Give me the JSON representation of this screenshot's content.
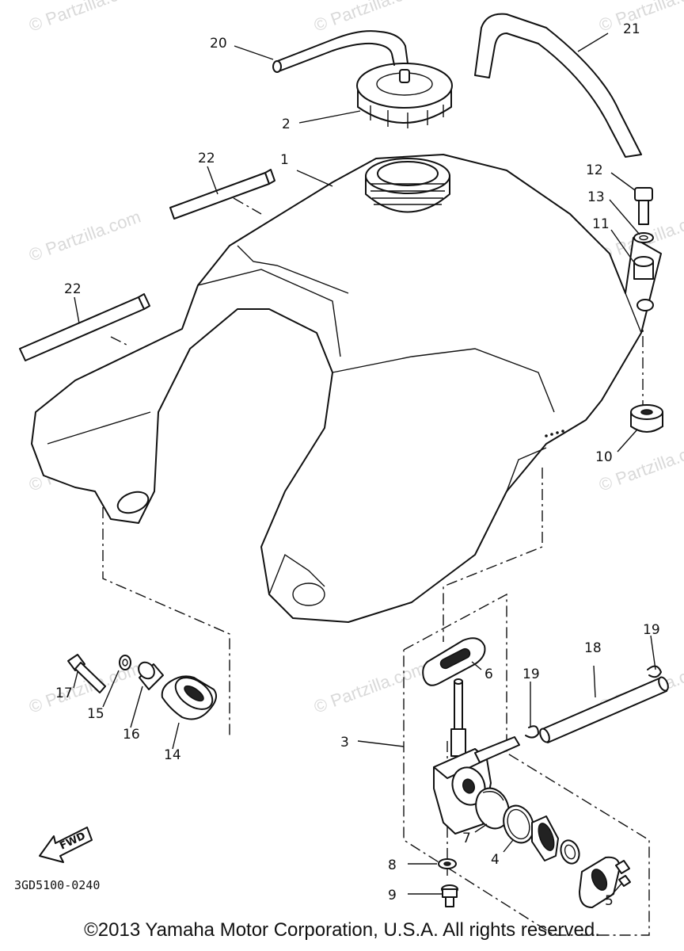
{
  "diagram": {
    "part_labels": {
      "p1": "1",
      "p2": "2",
      "p3": "3",
      "p4": "4",
      "p5": "5",
      "p6": "6",
      "p7": "7",
      "p8": "8",
      "p9": "9",
      "p10": "10",
      "p11": "11",
      "p12": "12",
      "p13": "13",
      "p14": "14",
      "p15": "15",
      "p16": "16",
      "p17": "17",
      "p18": "18",
      "p19a": "19",
      "p19b": "19",
      "p20": "20",
      "p21": "21",
      "p22a": "22",
      "p22b": "22"
    },
    "direction_label": "FWD",
    "diagram_code": "3GD5100-0240",
    "watermark": "© Partzilla.com"
  },
  "footer": {
    "copyright": "©2013 Yamaha Motor Corporation, U.S.A. All rights reserved."
  }
}
